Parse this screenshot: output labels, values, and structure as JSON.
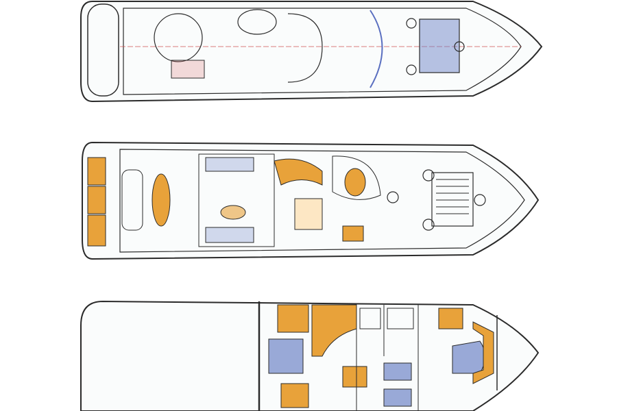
{
  "diagram": {
    "views": [
      "flybridge-deck",
      "main-deck",
      "lower-deck"
    ],
    "colors": {
      "outline": "#2a2a2a",
      "hull_fill": "#fafcfc",
      "furniture_orange": "#e8a23a",
      "bed_blue": "#6f86c8",
      "centerline_red": "#d05050"
    }
  }
}
